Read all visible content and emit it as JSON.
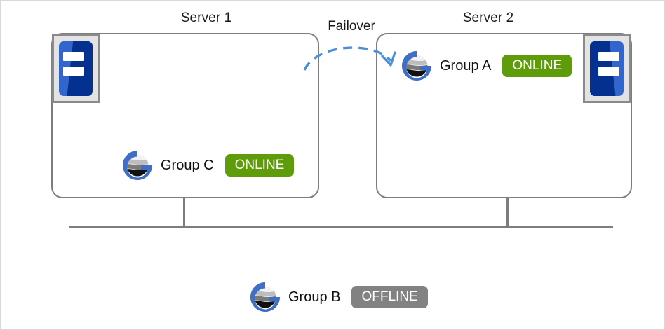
{
  "diagram": {
    "title_server_1": "Server 1",
    "title_server_2": "Server 2",
    "failover_label": "Failover",
    "colors": {
      "online_badge": "#5f9c09",
      "offline_badge": "#828282",
      "box_border": "#7d7d7d",
      "logo_blue": "#3e6fc4",
      "server_icon_blue": "#3366cc",
      "server_icon_dark_blue": "#04308f",
      "arrow_blue": "#4a90d9"
    },
    "servers": [
      {
        "name": "server-1",
        "title": "Server 1",
        "icon": "server-hardware-icon",
        "groups": [
          {
            "logo": "group-logo-icon",
            "label": "Group  C",
            "status": "ONLINE",
            "status_kind": "online"
          }
        ]
      },
      {
        "name": "server-2",
        "title": "Server 2",
        "icon": "server-hardware-icon",
        "groups": [
          {
            "logo": "group-logo-icon",
            "label": "Group A",
            "status": "ONLINE",
            "status_kind": "online"
          }
        ]
      }
    ],
    "standalone_group": {
      "logo": "group-logo-icon",
      "label": "Group  B",
      "status": "OFFLINE",
      "status_kind": "offline"
    },
    "arrow": {
      "name": "failover-arrow-icon",
      "style": "dashed-curved-arrow",
      "direction": "left-to-right"
    },
    "network": {
      "bus_line": "network-bus-line",
      "drop_lines": 2
    }
  }
}
